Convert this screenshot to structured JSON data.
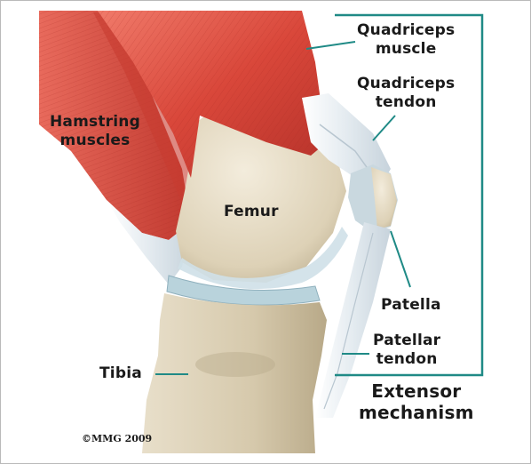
{
  "labels": {
    "quadriceps_muscle": [
      "Quadriceps",
      "muscle"
    ],
    "quadriceps_tendon": [
      "Quadriceps",
      "tendon"
    ],
    "hamstring_muscles": [
      "Hamstring",
      "muscles"
    ],
    "femur": "Femur",
    "patella": "Patella",
    "patellar_tendon": [
      "Patellar",
      "tendon"
    ],
    "tibia": "Tibia",
    "extensor_mechanism": [
      "Extensor",
      "mechanism"
    ]
  },
  "copyright": "©MMG 2009",
  "colors": {
    "leader_line": "#1f8a86",
    "muscle": "#d9473a",
    "bone": "#e6dcc6",
    "tendon": "#e8eef2",
    "cartilage": "#b9d3dc"
  }
}
